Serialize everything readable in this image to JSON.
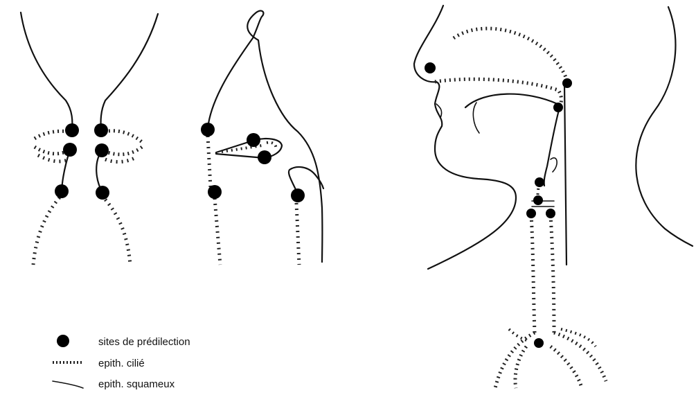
{
  "legend": {
    "items": [
      {
        "symbol": "dot-icon",
        "label": "sites de prédilection"
      },
      {
        "symbol": "ciliated-hatch-icon",
        "label": "epith. cilié"
      },
      {
        "symbol": "squamous-line-icon",
        "label": "epith. squameux"
      }
    ]
  }
}
